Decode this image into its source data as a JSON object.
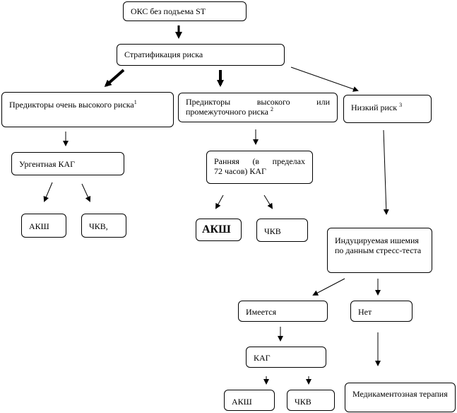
{
  "nodes": {
    "acs": {
      "label": "ОКС  без подъема ST"
    },
    "strat": {
      "label": "Стратификация риска"
    },
    "very_high": {
      "label": "Предикторы очень высокого риска",
      "sup": "1"
    },
    "high": {
      "line1": "Предикторы высокого или",
      "line2": "промежуточного риска",
      "sup": "2"
    },
    "low": {
      "label": "Низкий риск",
      "sup": "3"
    },
    "urgent_kag": {
      "label": "Ургентная КАГ"
    },
    "early_kag": {
      "line1": "Ранняя (в пределах",
      "line2": "72 часов) КАГ"
    },
    "akw_1": {
      "label": "АКШ"
    },
    "pci_1": {
      "label": "ЧКВ,"
    },
    "akw_2": {
      "label": "АКШ"
    },
    "pci_2": {
      "label": "ЧКВ"
    },
    "stress": {
      "label": "Индуцируемая ишемия по данным стресс-теста"
    },
    "yes": {
      "label": "Имеется"
    },
    "no": {
      "label": "Нет"
    },
    "kag": {
      "label": "КАГ"
    },
    "akw_3": {
      "label": "АКШ"
    },
    "pci_3": {
      "label": "ЧКВ"
    },
    "med": {
      "label": "Медикаментозная терапия"
    }
  }
}
